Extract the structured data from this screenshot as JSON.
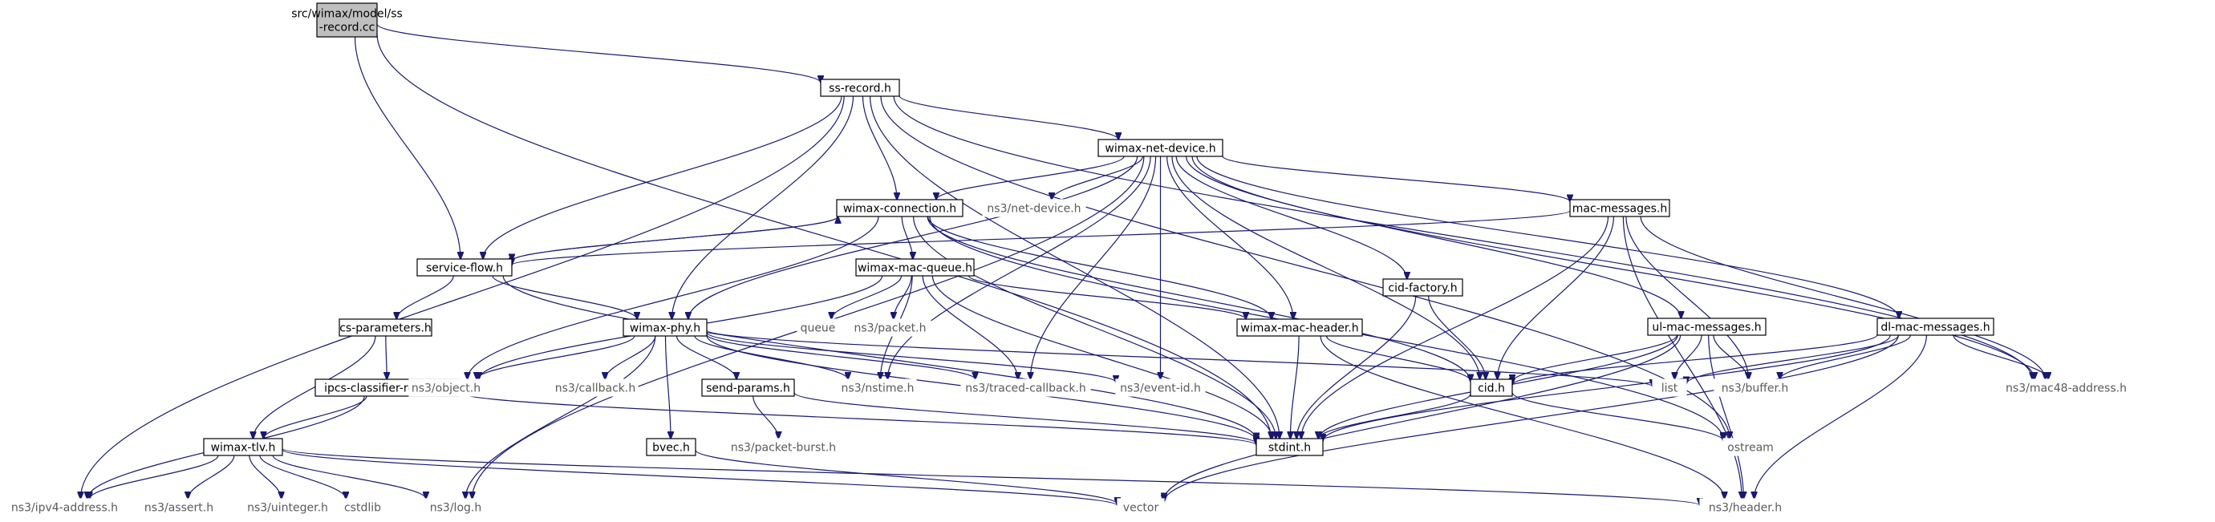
{
  "colors": {
    "edge": "#191970",
    "root_fill": "#bfbfbf",
    "documented_border": "#000000",
    "system_text": "#5a5a5a",
    "text": "#000000"
  },
  "nodes": [
    {
      "id": "root",
      "lines": [
        "src/wimax/model/ss",
        "-record.cc"
      ],
      "kind": "root"
    },
    {
      "id": "ss-record",
      "lines": [
        "ss-record.h"
      ],
      "kind": "doc"
    },
    {
      "id": "wimax-net-device",
      "lines": [
        "wimax-net-device.h"
      ],
      "kind": "doc"
    },
    {
      "id": "wimax-connection",
      "lines": [
        "wimax-connection.h"
      ],
      "kind": "doc"
    },
    {
      "id": "ns3-net-device",
      "lines": [
        "ns3/net-device.h"
      ],
      "kind": "sys"
    },
    {
      "id": "mac-messages",
      "lines": [
        "mac-messages.h"
      ],
      "kind": "doc"
    },
    {
      "id": "service-flow",
      "lines": [
        "service-flow.h"
      ],
      "kind": "doc"
    },
    {
      "id": "wimax-mac-queue",
      "lines": [
        "wimax-mac-queue.h"
      ],
      "kind": "doc"
    },
    {
      "id": "cid-factory",
      "lines": [
        "cid-factory.h"
      ],
      "kind": "doc"
    },
    {
      "id": "dl-mac-messages",
      "lines": [
        "dl-mac-messages.h"
      ],
      "kind": "doc"
    },
    {
      "id": "cs-parameters",
      "lines": [
        "cs-parameters.h"
      ],
      "kind": "doc"
    },
    {
      "id": "queue",
      "lines": [
        "queue"
      ],
      "kind": "sys"
    },
    {
      "id": "ns3-packet",
      "lines": [
        "ns3/packet.h"
      ],
      "kind": "sys"
    },
    {
      "id": "wimax-phy",
      "lines": [
        "wimax-phy.h"
      ],
      "kind": "doc"
    },
    {
      "id": "wimax-mac-header",
      "lines": [
        "wimax-mac-header.h"
      ],
      "kind": "doc"
    },
    {
      "id": "ul-mac-messages",
      "lines": [
        "ul-mac-messages.h"
      ],
      "kind": "doc"
    },
    {
      "id": "ipcs-classifier-record",
      "lines": [
        "ipcs-classifier-record.h"
      ],
      "kind": "doc"
    },
    {
      "id": "ns3-object",
      "lines": [
        "ns3/object.h"
      ],
      "kind": "sys"
    },
    {
      "id": "ns3-callback",
      "lines": [
        "ns3/callback.h"
      ],
      "kind": "sys"
    },
    {
      "id": "ns3-nstime",
      "lines": [
        "ns3/nstime.h"
      ],
      "kind": "sys"
    },
    {
      "id": "ns3-traced-callback",
      "lines": [
        "ns3/traced-callback.h"
      ],
      "kind": "sys"
    },
    {
      "id": "ns3-event-id",
      "lines": [
        "ns3/event-id.h"
      ],
      "kind": "sys"
    },
    {
      "id": "cid",
      "lines": [
        "cid.h"
      ],
      "kind": "doc"
    },
    {
      "id": "list",
      "lines": [
        "list"
      ],
      "kind": "sys"
    },
    {
      "id": "ns3-buffer",
      "lines": [
        "ns3/buffer.h"
      ],
      "kind": "sys"
    },
    {
      "id": "ns3-mac48-address",
      "lines": [
        "ns3/mac48-address.h"
      ],
      "kind": "sys"
    },
    {
      "id": "send-params",
      "lines": [
        "send-params.h"
      ],
      "kind": "doc"
    },
    {
      "id": "wimax-tlv",
      "lines": [
        "wimax-tlv.h"
      ],
      "kind": "doc"
    },
    {
      "id": "ns3-packet-burst",
      "lines": [
        "ns3/packet-burst.h"
      ],
      "kind": "sys"
    },
    {
      "id": "bvec",
      "lines": [
        "bvec.h"
      ],
      "kind": "doc"
    },
    {
      "id": "stdint",
      "lines": [
        "stdint.h"
      ],
      "kind": "doc"
    },
    {
      "id": "ostream",
      "lines": [
        "ostream"
      ],
      "kind": "sys"
    },
    {
      "id": "ns3-ipv4-address",
      "lines": [
        "ns3/ipv4-address.h"
      ],
      "kind": "sys"
    },
    {
      "id": "ns3-assert",
      "lines": [
        "ns3/assert.h"
      ],
      "kind": "sys"
    },
    {
      "id": "ns3-uinteger",
      "lines": [
        "ns3/uinteger.h"
      ],
      "kind": "sys"
    },
    {
      "id": "cstdlib",
      "lines": [
        "cstdlib"
      ],
      "kind": "sys"
    },
    {
      "id": "ns3-log",
      "lines": [
        "ns3/log.h"
      ],
      "kind": "sys"
    },
    {
      "id": "vector",
      "lines": [
        "vector"
      ],
      "kind": "sys"
    },
    {
      "id": "ns3-header",
      "lines": [
        "ns3/header.h"
      ],
      "kind": "sys"
    }
  ],
  "edges": [
    [
      "root",
      "ss-record"
    ],
    [
      "root",
      "service-flow"
    ],
    [
      "root",
      "stdint"
    ],
    [
      "ss-record",
      "wimax-net-device"
    ],
    [
      "ss-record",
      "wimax-connection"
    ],
    [
      "ss-record",
      "service-flow"
    ],
    [
      "ss-record",
      "wimax-phy"
    ],
    [
      "ss-record",
      "stdint"
    ],
    [
      "ss-record",
      "ns3-mac48-address"
    ],
    [
      "ss-record",
      "ostream"
    ],
    [
      "ss-record",
      "ns3-ipv4-address"
    ],
    [
      "wimax-net-device",
      "wimax-connection"
    ],
    [
      "wimax-net-device",
      "ns3-net-device"
    ],
    [
      "wimax-net-device",
      "mac-messages"
    ],
    [
      "wimax-net-device",
      "wimax-phy"
    ],
    [
      "wimax-net-device",
      "ns3-nstime"
    ],
    [
      "wimax-net-device",
      "ns3-traced-callback"
    ],
    [
      "wimax-net-device",
      "ns3-event-id"
    ],
    [
      "wimax-net-device",
      "wimax-mac-header"
    ],
    [
      "wimax-net-device",
      "cid-factory"
    ],
    [
      "wimax-net-device",
      "cid"
    ],
    [
      "wimax-net-device",
      "ul-mac-messages"
    ],
    [
      "wimax-net-device",
      "dl-mac-messages"
    ],
    [
      "wimax-net-device",
      "ns3-mac48-address"
    ],
    [
      "wimax-net-device",
      "ns3-log"
    ],
    [
      "wimax-connection",
      "service-flow"
    ],
    [
      "wimax-connection",
      "wimax-mac-queue"
    ],
    [
      "wimax-connection",
      "ns3-object"
    ],
    [
      "wimax-connection",
      "wimax-mac-header"
    ],
    [
      "wimax-connection",
      "cid"
    ],
    [
      "wimax-connection",
      "stdint"
    ],
    [
      "wimax-connection",
      "ostream"
    ],
    [
      "service-flow",
      "wimax-connection"
    ],
    [
      "service-flow",
      "cs-parameters"
    ],
    [
      "service-flow",
      "wimax-phy"
    ],
    [
      "service-flow",
      "stdint"
    ],
    [
      "mac-messages",
      "service-flow"
    ],
    [
      "mac-messages",
      "cid"
    ],
    [
      "mac-messages",
      "stdint"
    ],
    [
      "mac-messages",
      "ns3-buffer"
    ],
    [
      "mac-messages",
      "ns3-mac48-address"
    ],
    [
      "mac-messages",
      "ns3-header"
    ],
    [
      "wimax-mac-queue",
      "queue"
    ],
    [
      "wimax-mac-queue",
      "ns3-packet"
    ],
    [
      "wimax-mac-queue",
      "ns3-object"
    ],
    [
      "wimax-mac-queue",
      "ns3-nstime"
    ],
    [
      "wimax-mac-queue",
      "ns3-traced-callback"
    ],
    [
      "wimax-mac-queue",
      "wimax-mac-header"
    ],
    [
      "wimax-mac-queue",
      "stdint"
    ],
    [
      "cid-factory",
      "cid"
    ],
    [
      "cid-factory",
      "stdint"
    ],
    [
      "dl-mac-messages",
      "cid"
    ],
    [
      "dl-mac-messages",
      "list"
    ],
    [
      "dl-mac-messages",
      "ns3-buffer"
    ],
    [
      "dl-mac-messages",
      "ns3-mac48-address"
    ],
    [
      "dl-mac-messages",
      "stdint"
    ],
    [
      "dl-mac-messages",
      "vector"
    ],
    [
      "dl-mac-messages",
      "ns3-header"
    ],
    [
      "cs-parameters",
      "ipcs-classifier-record"
    ],
    [
      "cs-parameters",
      "wimax-tlv"
    ],
    [
      "wimax-phy",
      "ns3-object"
    ],
    [
      "wimax-phy",
      "ns3-callback"
    ],
    [
      "wimax-phy",
      "ns3-nstime"
    ],
    [
      "wimax-phy",
      "ns3-traced-callback"
    ],
    [
      "wimax-phy",
      "ns3-event-id"
    ],
    [
      "wimax-phy",
      "list"
    ],
    [
      "wimax-phy",
      "send-params"
    ],
    [
      "wimax-phy",
      "bvec"
    ],
    [
      "wimax-phy",
      "stdint"
    ],
    [
      "wimax-phy",
      "ns3-log"
    ],
    [
      "wimax-mac-header",
      "cid"
    ],
    [
      "wimax-mac-header",
      "stdint"
    ],
    [
      "wimax-mac-header",
      "ns3-header"
    ],
    [
      "ul-mac-messages",
      "cid"
    ],
    [
      "ul-mac-messages",
      "list"
    ],
    [
      "ul-mac-messages",
      "ns3-buffer"
    ],
    [
      "ul-mac-messages",
      "stdint"
    ],
    [
      "ul-mac-messages",
      "vector"
    ],
    [
      "ul-mac-messages",
      "ns3-header"
    ],
    [
      "ipcs-classifier-record",
      "wimax-tlv"
    ],
    [
      "ipcs-classifier-record",
      "stdint"
    ],
    [
      "ipcs-classifier-record",
      "ns3-ipv4-address"
    ],
    [
      "cid",
      "stdint"
    ],
    [
      "cid",
      "ostream"
    ],
    [
      "send-params",
      "ns3-packet-burst"
    ],
    [
      "send-params",
      "stdint"
    ],
    [
      "wimax-tlv",
      "ns3-ipv4-address"
    ],
    [
      "wimax-tlv",
      "ns3-assert"
    ],
    [
      "wimax-tlv",
      "ns3-uinteger"
    ],
    [
      "wimax-tlv",
      "cstdlib"
    ],
    [
      "wimax-tlv",
      "ns3-log"
    ],
    [
      "wimax-tlv",
      "vector"
    ],
    [
      "wimax-tlv",
      "ns3-header"
    ],
    [
      "bvec",
      "vector"
    ]
  ]
}
